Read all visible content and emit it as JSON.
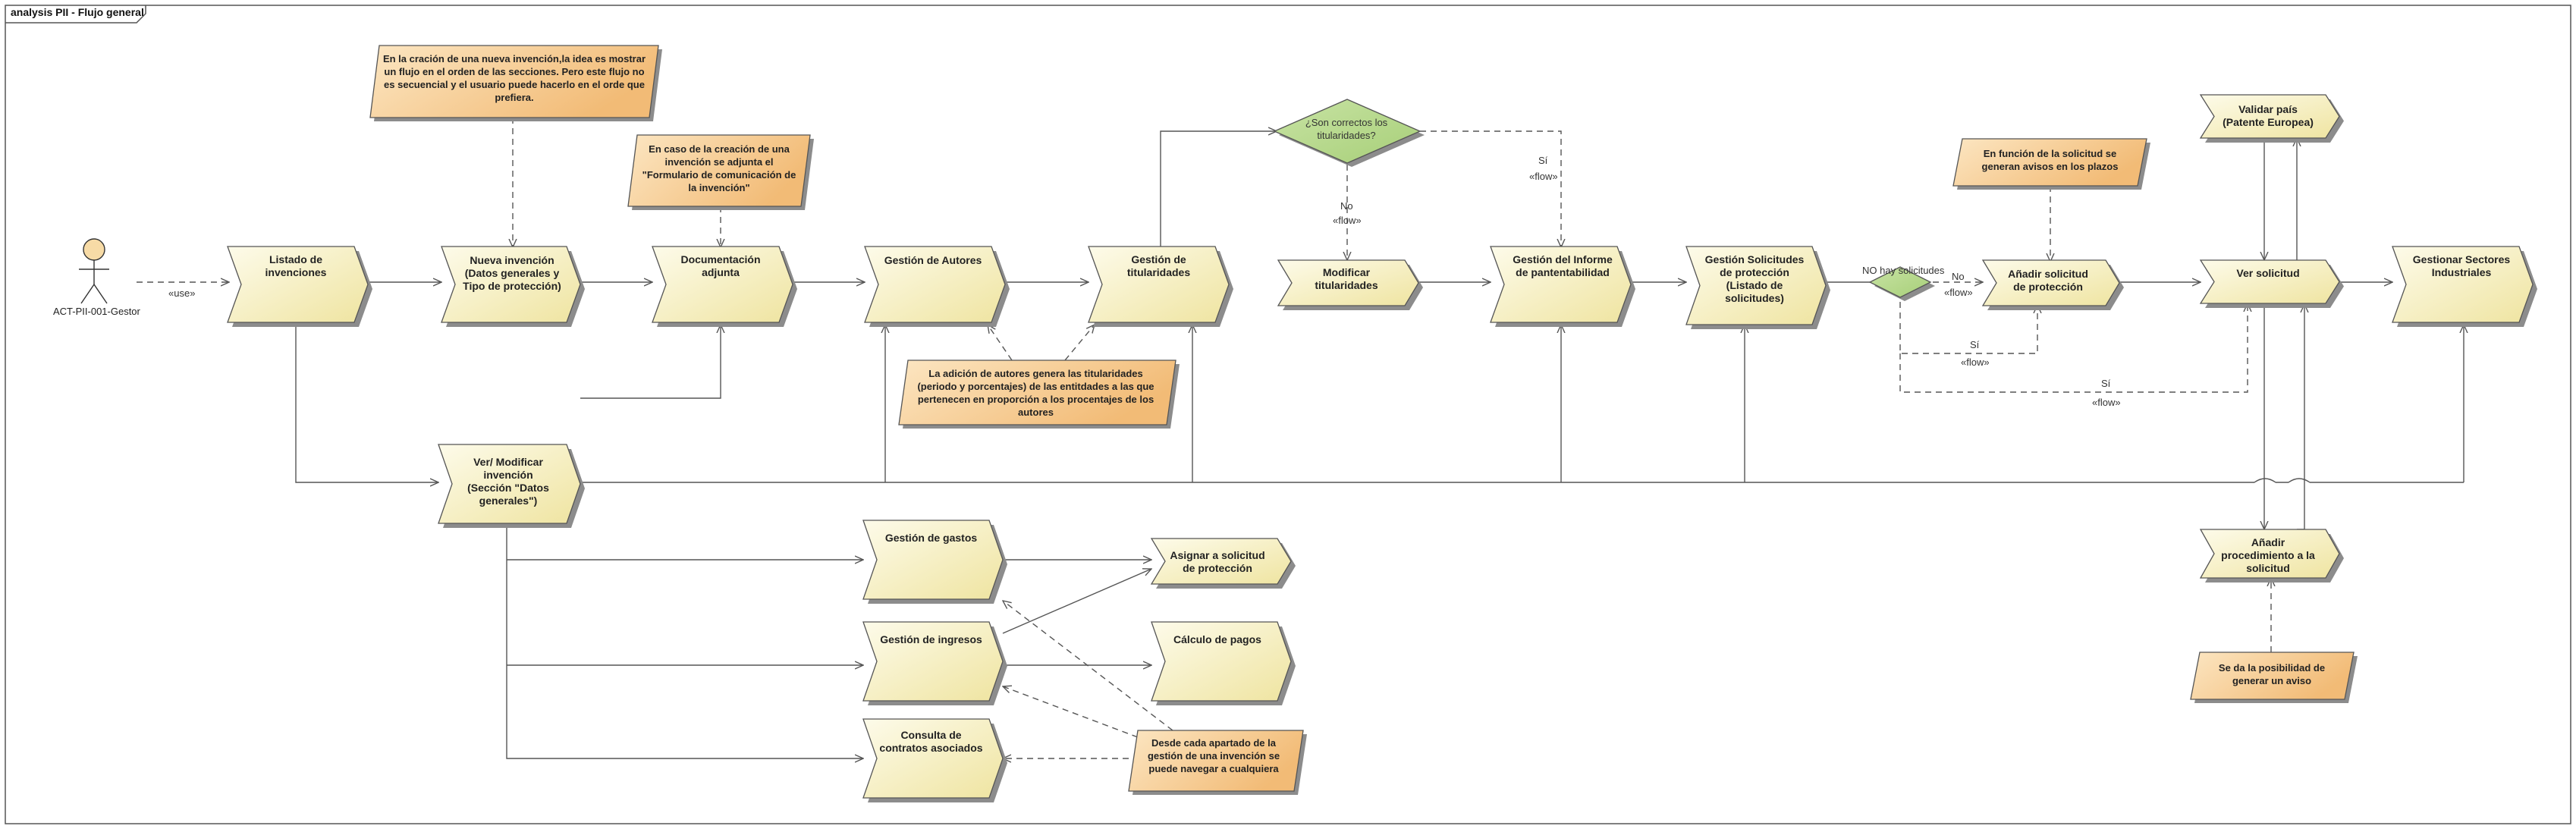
{
  "frame": {
    "title": "analysis PII - Flujo general"
  },
  "actor": {
    "name": "ACT-PII-001-Gestor"
  },
  "activities": {
    "listado": "Listado de\ninvenciones",
    "nueva": "Nueva invención\n(Datos generales y\nTipo de protección)",
    "documentacion": "Documentación\nadjunta",
    "autores": "Gestión de Autores",
    "titularidades": "Gestión de\ntitularidades",
    "modificar": "Modificar\ntitularidades",
    "informe": "Gestión del Informe\nde pantentabilidad",
    "solicitudes": "Gestión Solicitudes\nde protección\n(Listado de\nsolicitudes)",
    "anadir_solicitud": "Añadir solicitud\nde protección",
    "ver_solicitud": "Ver solicitud",
    "sectores": "Gestionar Sectores\nIndustriales",
    "validar_pais": "Validar país\n(Patente Europea)",
    "anadir_procedimiento": "Añadir\nprocedimiento a la\nsolicitud",
    "ver_modificar": "Ver/ Modificar\ninvención\n(Sección \"Datos\ngenerales\")",
    "gastos": "Gestión de gastos",
    "ingresos": "Gestión de ingresos",
    "contratos": "Consulta de\ncontratos asociados",
    "asignar": "Asignar a solicitud\nde protección",
    "calculo": "Cálculo de pagos"
  },
  "decisions": {
    "titularidades_q": "¿Son correctos los\ntitularidades?",
    "solicitudes_q": "NO hay solicitudes"
  },
  "notes": {
    "secuencial": "En la cración de una nueva invención,la idea es mostrar\nun flujo en el orden de las secciones. Pero este flujo no\nes secuencial y el usuario puede hacerlo en el orde que\nprefiera.",
    "formulario": "En caso de la creación de una\ninvención se adjunta el\n\"Formulario de comunicación de\nla invención\"",
    "autores": "La adición de autores genera las titularidades\n(periodo y porcentajes) de las entitdades a las que\npertenecen en proporción a los procentajes de los\nautores",
    "avisos": "En función de la solicitud se\ngeneran avisos en los plazos",
    "aviso_proc": "Se da la posibilidad de\ngenerar un aviso",
    "navegar": "Desde cada apartado de la\ngestión de una invención se\npuede navegar a cualquiera"
  },
  "flow_labels": {
    "use": "«use»",
    "no_1": "No",
    "flow_1": "«flow»",
    "si_1": "Sí",
    "flow_2": "«flow»",
    "no_2": "No",
    "flow_3": "«flow»",
    "si_2": "Sí",
    "flow_4": "«flow»",
    "si_3": "Sí",
    "flow_5": "«flow»"
  },
  "colors": {
    "activity_fill_light": "#fcfae6",
    "activity_fill_dark": "#f0e6a4",
    "note_fill_light": "#fbe3bc",
    "note_fill_dark": "#f2bd7a",
    "decision_fill": "#b5d98a",
    "line": "#555555",
    "shadow": "#8c8c8c"
  }
}
